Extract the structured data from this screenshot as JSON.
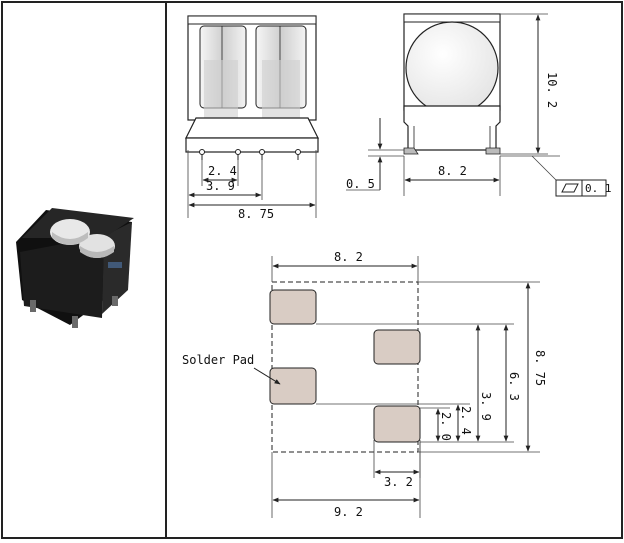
{
  "drawing": {
    "front_view": {
      "dim_pin_pitch": "2. 4",
      "dim_inner_span": "3. 9",
      "dim_width": "8. 75"
    },
    "side_view": {
      "dim_height": "10. 2",
      "dim_standoff": "0. 5",
      "dim_width": "8. 2",
      "coplanarity_value": "0. 1"
    },
    "footprint": {
      "dim_top_width": "8. 2",
      "dim_overall_height": "8. 75",
      "dim_row_span": "6. 3",
      "dim_mid_span": "3. 9",
      "dim_pitch": "2. 4",
      "dim_pad_height": "2. 0",
      "dim_pad_width": "3. 2",
      "dim_overall_width": "9. 2",
      "solder_pad_label": "Solder Pad"
    }
  },
  "colors": {
    "pad_fill": "#d9ccc4",
    "line": "#222222",
    "component_body": "#1a1a1a"
  }
}
